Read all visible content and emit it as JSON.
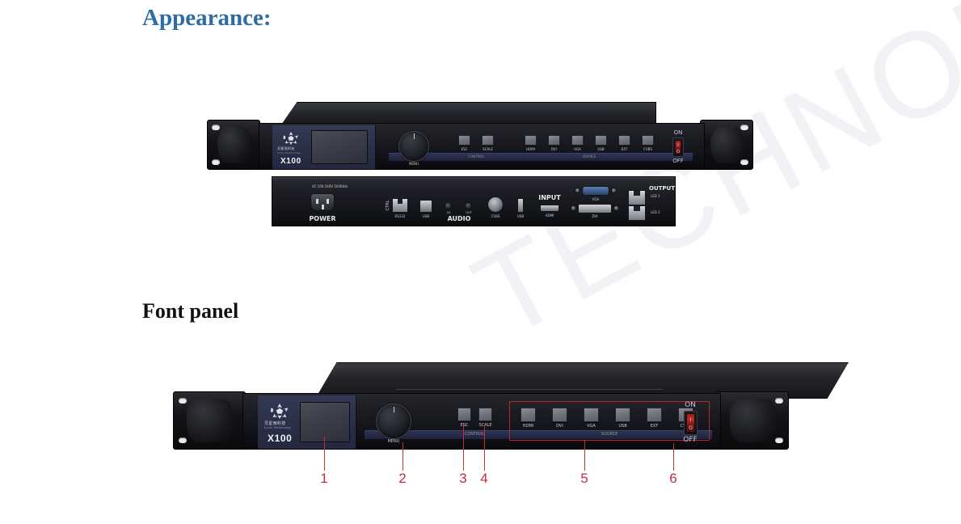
{
  "page": {
    "background": "#ffffff",
    "watermark_text": "TECHNOLOGY"
  },
  "headings": {
    "appearance": "Appearance:",
    "appearance_color": "#2e6da4",
    "font_panel": "Font panel",
    "font_panel_color": "#111111"
  },
  "device": {
    "model": "X100",
    "brand_cn": "灵星雨科技",
    "brand_en": "Linsn Technology",
    "front": {
      "knob_label": "MENU",
      "control_group_label": "CONTROL",
      "source_group_label": "SOURCE",
      "control_buttons": [
        {
          "label": "ESC"
        },
        {
          "label": "SCALE"
        }
      ],
      "source_buttons": [
        {
          "label": "HDMI"
        },
        {
          "label": "DVI"
        },
        {
          "label": "VGA"
        },
        {
          "label": "USB"
        },
        {
          "label": "EXT"
        },
        {
          "label": "CVBS"
        }
      ],
      "power_switch": {
        "on_label": "ON",
        "off_label": "OFF",
        "symbol_on": "I",
        "symbol_off": "O"
      }
    },
    "rear": {
      "power_label": "POWER",
      "power_rating": "AC 100-240V 50/60Hz",
      "ctrl_label": "CTRL",
      "ctrl_ports": [
        {
          "label": "RS232"
        },
        {
          "label": "USB"
        }
      ],
      "audio_label": "AUDIO",
      "audio_jacks": [
        {
          "label": "IN"
        },
        {
          "label": "OUT"
        }
      ],
      "input_label": "INPUT",
      "input_ports": [
        {
          "label": "CVBS"
        },
        {
          "label": "USB"
        },
        {
          "label": "HDMI"
        },
        {
          "label": "VGA"
        },
        {
          "label": "DVI"
        }
      ],
      "output_label": "OUTPUT",
      "output_ports": [
        {
          "label": "LED 1"
        },
        {
          "label": "LED 2"
        }
      ]
    }
  },
  "callouts": {
    "color": "#c0303c",
    "items": [
      {
        "number": "1"
      },
      {
        "number": "2"
      },
      {
        "number": "3"
      },
      {
        "number": "4"
      },
      {
        "number": "5"
      },
      {
        "number": "6"
      }
    ]
  }
}
